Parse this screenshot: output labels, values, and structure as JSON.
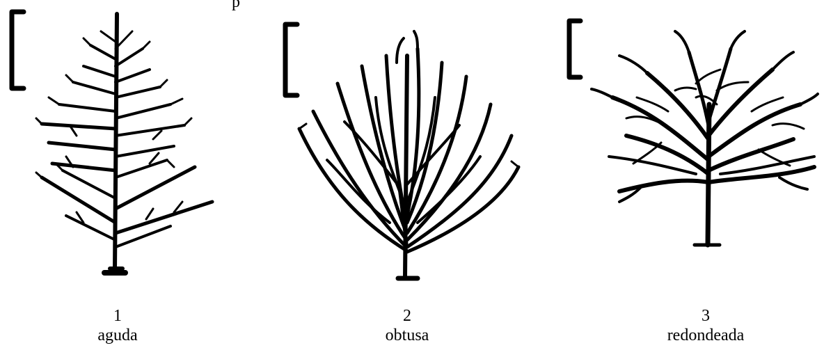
{
  "figures": [
    {
      "number": "1",
      "label": "aguda"
    },
    {
      "number": "2",
      "label": "obtusa"
    },
    {
      "number": "3",
      "label": "redondeada"
    }
  ],
  "top_fragment": "p"
}
